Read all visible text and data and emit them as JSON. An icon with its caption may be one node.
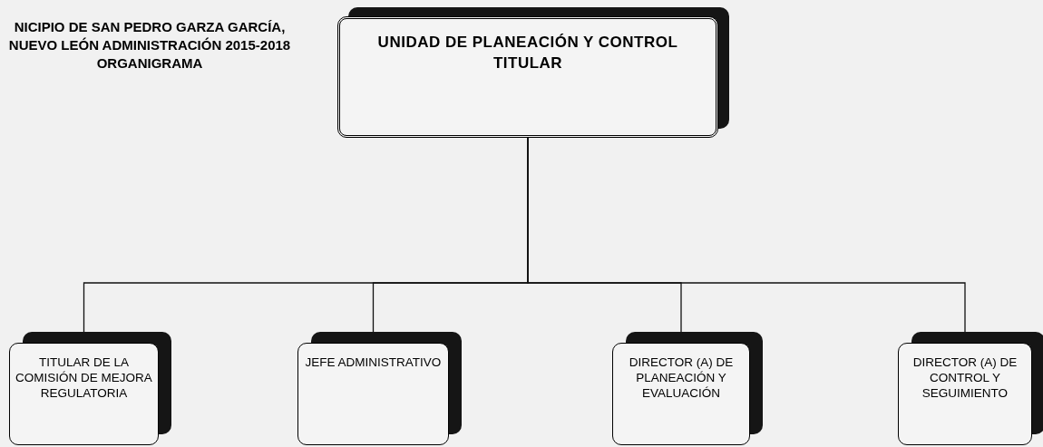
{
  "diagram": {
    "title": "NICIPIO DE SAN PEDRO GARZA GARCÍA, NUEVO LEÓN ADMINISTRACIÓN 2015-2018 ORGANIGRAMA",
    "nodes": [
      {
        "text": [
          "UNIDAD DE PLANEACIÓN Y CONTROL TITULAR"
        ]
      },
      {
        "text": [
          "TITULAR DE LA COMISIÓN DE MEJORA REGULATORIA"
        ]
      },
      {
        "text": [
          "JEFE ADMINISTRATIVO"
        ]
      },
      {
        "text": [
          "DIRECTOR (A) DE PLANEACIÓN Y EVALUACIÓN"
        ]
      },
      {
        "text": [
          "DIRECTOR (A) DE CONTROL Y SEGUIMIENTO"
        ]
      }
    ],
    "edges": [
      {
        "from": 0,
        "to": 1,
        "arrow": "none"
      },
      {
        "from": 0,
        "to": 2,
        "arrow": "none"
      },
      {
        "from": 0,
        "to": 3,
        "arrow": "none"
      },
      {
        "from": 0,
        "to": 4,
        "arrow": "none"
      }
    ]
  }
}
